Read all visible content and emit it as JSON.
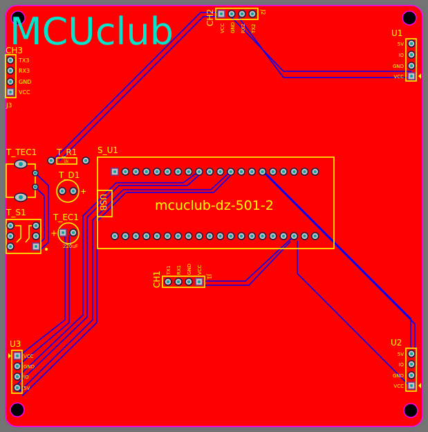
{
  "board": {
    "logo": "MCUclub",
    "module_title": "mcuclub-dz-501-2",
    "colors": {
      "copper": "#ff0000",
      "silk": "#ffff00",
      "trace": "#0000ff",
      "logo": "#00e5cc",
      "outline": "#ff00ff",
      "background": "#737373"
    }
  },
  "ch3": {
    "name": "CH3",
    "ref": "J3",
    "pins": [
      "TX3",
      "RX3",
      "GND",
      "VCC"
    ]
  },
  "ch2": {
    "name": "CH2",
    "ref": "J2",
    "pins": [
      "VCC",
      "GND",
      "RX2",
      "TX2"
    ]
  },
  "ch1": {
    "name": "CH1",
    "ref": "J1",
    "pins": [
      "TX1",
      "RX1",
      "GND",
      "VCC"
    ]
  },
  "u1": {
    "name": "U1",
    "pins": [
      "5V",
      "IO",
      "GND",
      "VCC"
    ]
  },
  "u2": {
    "name": "U2",
    "pins": [
      "5V",
      "IO",
      "GND",
      "VCC"
    ]
  },
  "u3": {
    "name": "U3",
    "pins": [
      "VCC",
      "GND",
      "IO",
      "5V"
    ]
  },
  "s_u1": {
    "name": "S_U1",
    "usb": "USB"
  },
  "t_tec1": {
    "name": "T_TEC1"
  },
  "t_r1": {
    "name": "T_R1",
    "value": "1k"
  },
  "t_d1": {
    "name": "T_D1",
    "polarity": "+"
  },
  "t_s1": {
    "name": "T_S1"
  },
  "t_ec1": {
    "name": "T_EC1",
    "value": "220uF",
    "polarity": "+"
  }
}
